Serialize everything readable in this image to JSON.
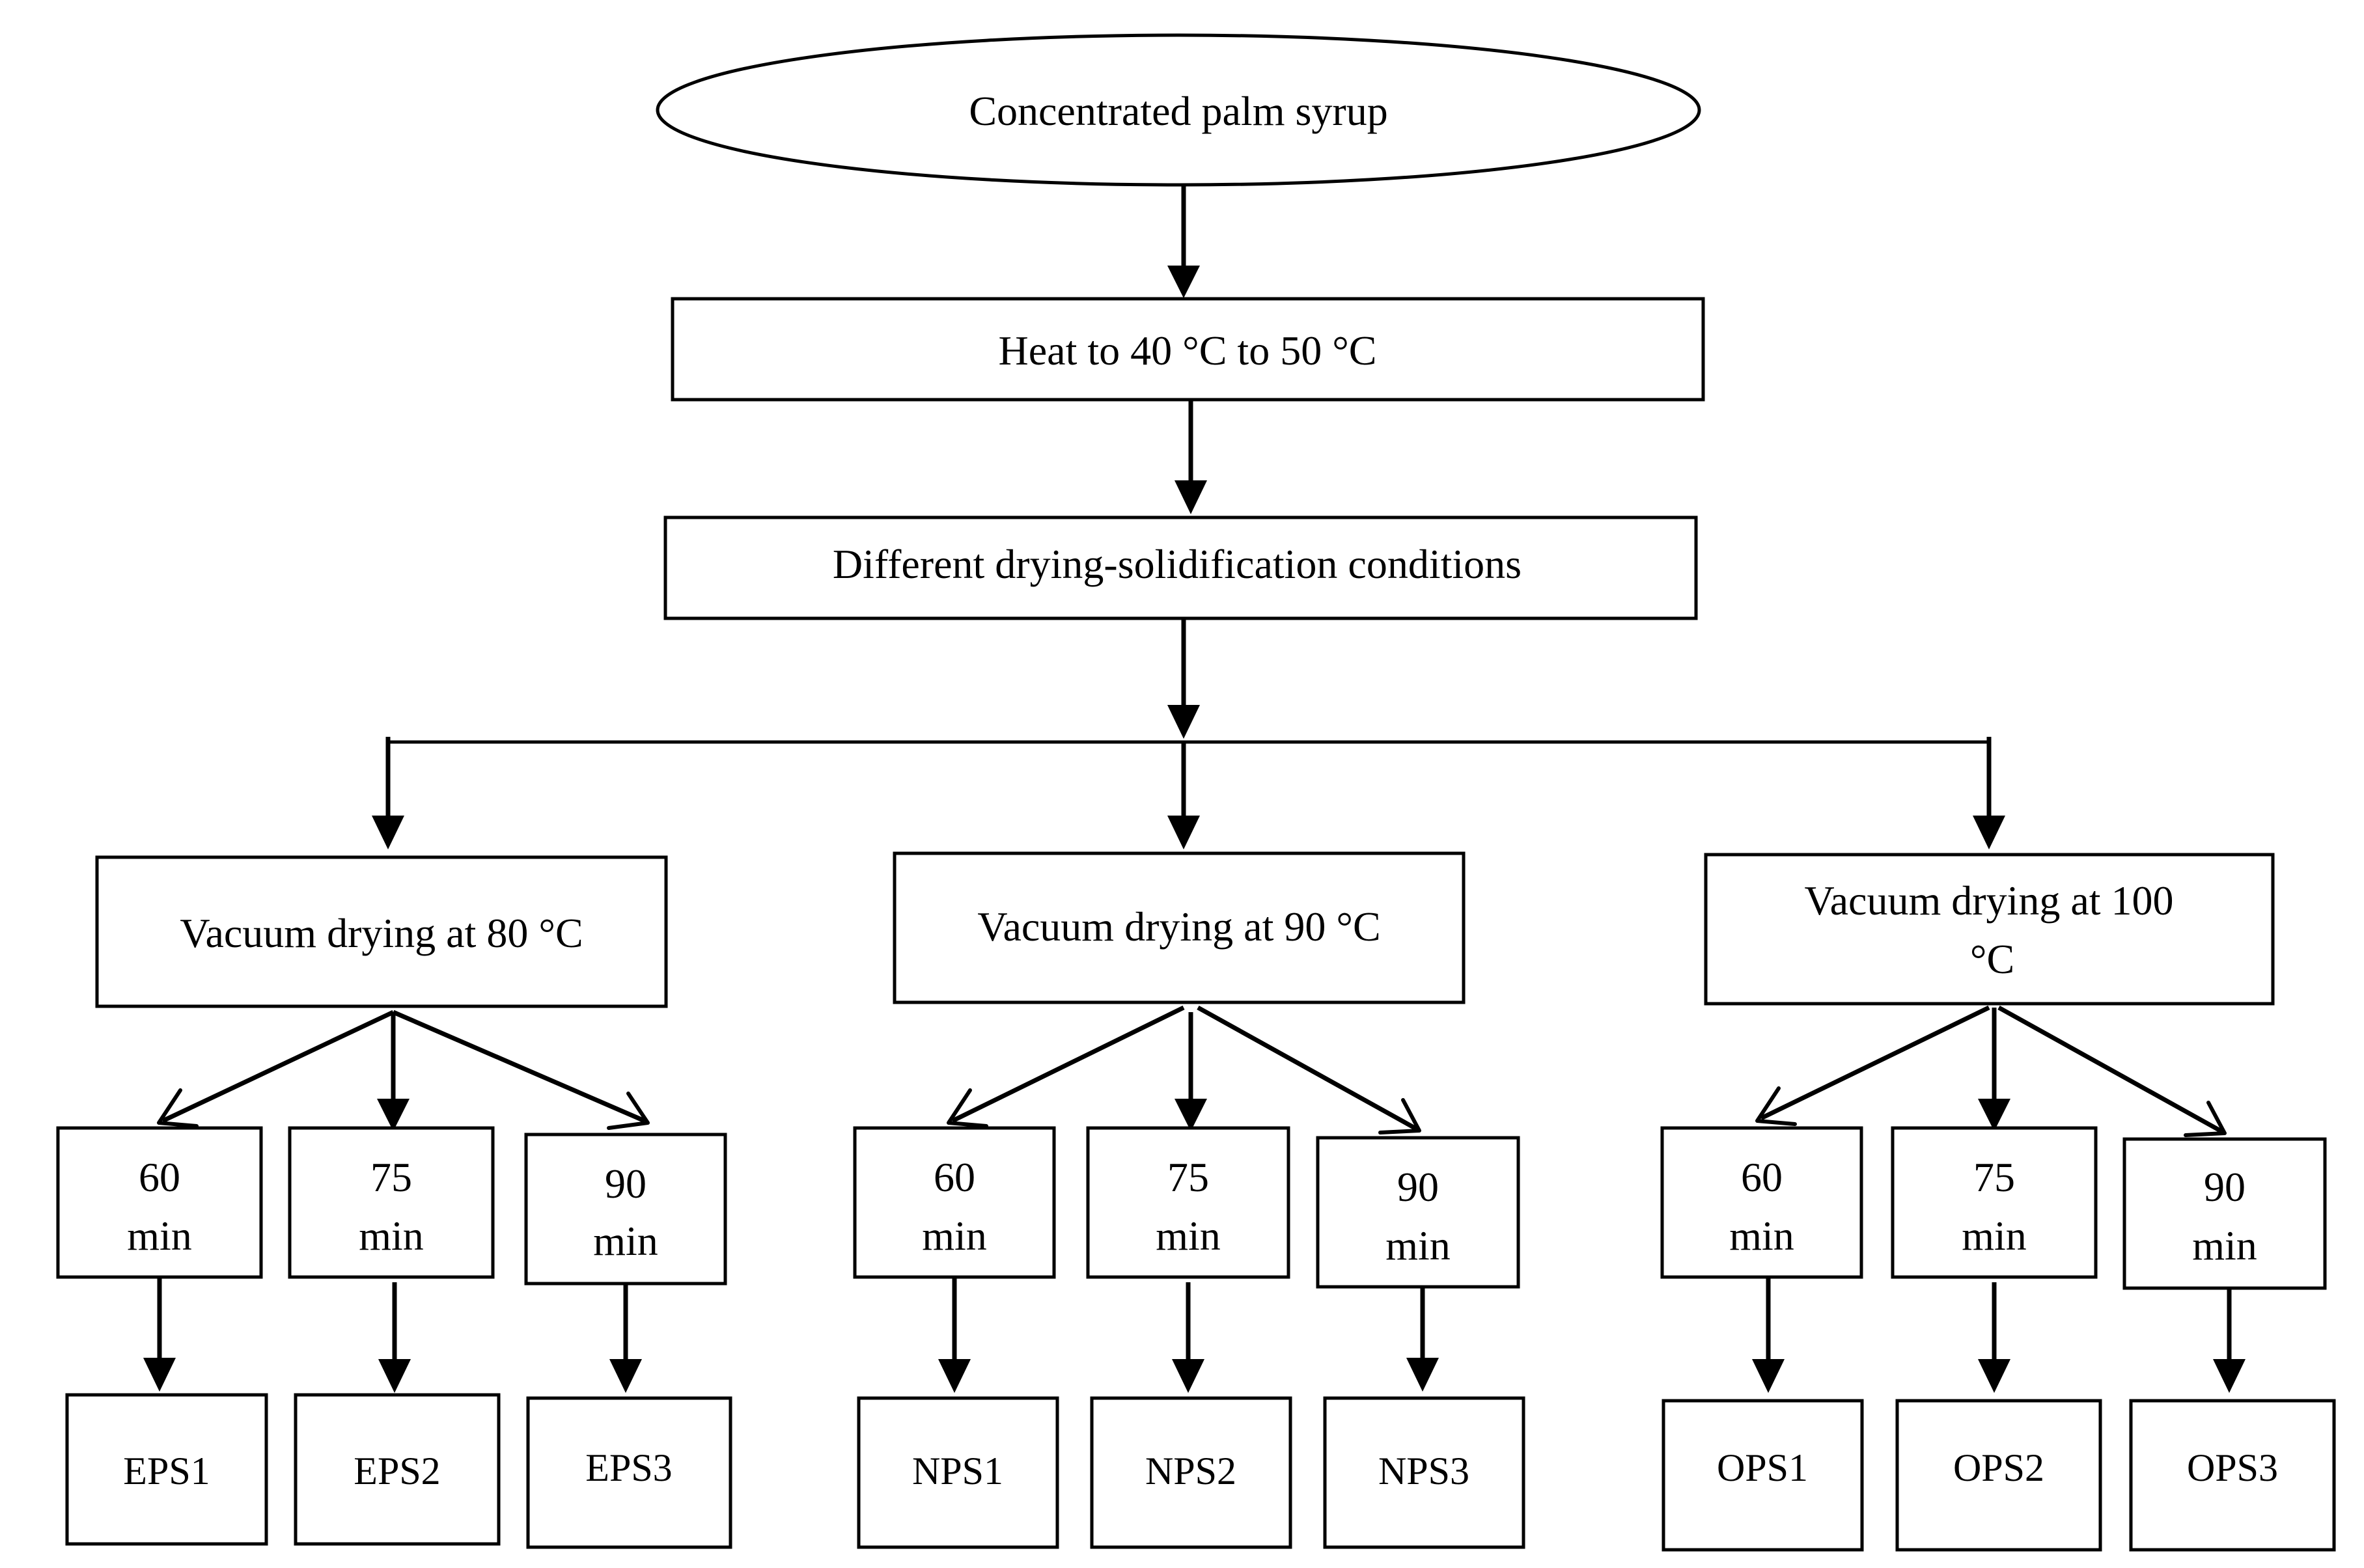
{
  "nodes": {
    "start": "Concentrated palm syrup",
    "heat": "Heat to 40 °C to 50 °C",
    "conditions": "Different drying-solidification conditions",
    "vac80": "Vacuum drying at 80 °C",
    "vac90": "Vacuum drying at 90 °C",
    "vac100_line1": "Vacuum drying at 100",
    "vac100_line2": "°C",
    "t60_num": "60",
    "t75_num": "75",
    "t90_num": "90",
    "t_unit": "min",
    "eps1": "EPS1",
    "eps2": "EPS2",
    "eps3": "EPS3",
    "nps1": "NPS1",
    "nps2": "NPS2",
    "nps3": "NPS3",
    "ops1": "OPS1",
    "ops2": "OPS2",
    "ops3": "OPS3"
  }
}
